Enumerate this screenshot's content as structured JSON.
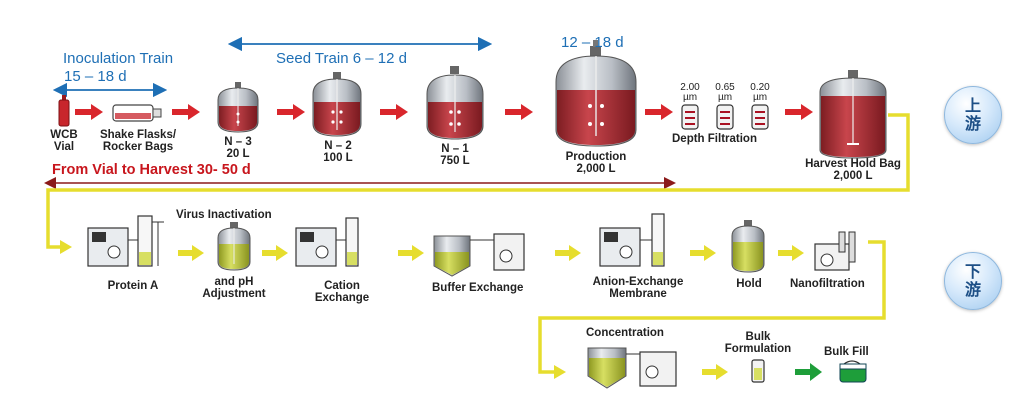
{
  "upstream": {
    "inoculation_title": "Inoculation Train",
    "inoculation_days": "15 – 18 d",
    "seed_train": "Seed Train 6 – 12 d",
    "production_days": "12 – 18 d",
    "vial_to_harvest": "From Vial to Harvest 30- 50 d",
    "wcb_1": "WCB",
    "wcb_2": "Vial",
    "shake_1": "Shake Flasks/",
    "shake_2": "Rocker Bags",
    "n3_1": "N – 3",
    "n3_2": "20 L",
    "n2_1": "N – 2",
    "n2_2": "100 L",
    "n1_1": "N – 1",
    "n1_2": "750 L",
    "production_1": "Production",
    "production_2": "2,000 L",
    "filters": [
      {
        "size": "2.00",
        "unit": "µm"
      },
      {
        "size": "0.65",
        "unit": "µm"
      },
      {
        "size": "0.20",
        "unit": "µm"
      }
    ],
    "depth_filtration": "Depth Filtration",
    "harvest_1": "Harvest Hold Bag",
    "harvest_2": "2,000 L"
  },
  "downstream": {
    "protein_a": "Protein A",
    "virus_inactivation": "Virus Inactivation",
    "ph_1": "and pH",
    "ph_2": "Adjustment",
    "cation_1": "Cation",
    "cation_2": "Exchange",
    "buffer_exchange": "Buffer Exchange",
    "anion_1": "Anion-Exchange",
    "anion_2": "Membrane",
    "hold": "Hold",
    "nanofiltration": "Nanofiltration",
    "concentration": "Concentration",
    "bulk_form_1": "Bulk",
    "bulk_form_2": "Formulation",
    "bulk_fill": "Bulk Fill"
  },
  "badges": {
    "upstream_1": "上",
    "upstream_2": "游",
    "downstream_1": "下",
    "downstream_2": "游"
  },
  "colors": {
    "red_arrow": "#d9262c",
    "yellow_arrow": "#e6dd2e",
    "blue_text": "#1e6fb5",
    "dark_red_text": "#c8161d",
    "green_arrow": "#1e9e3a"
  }
}
